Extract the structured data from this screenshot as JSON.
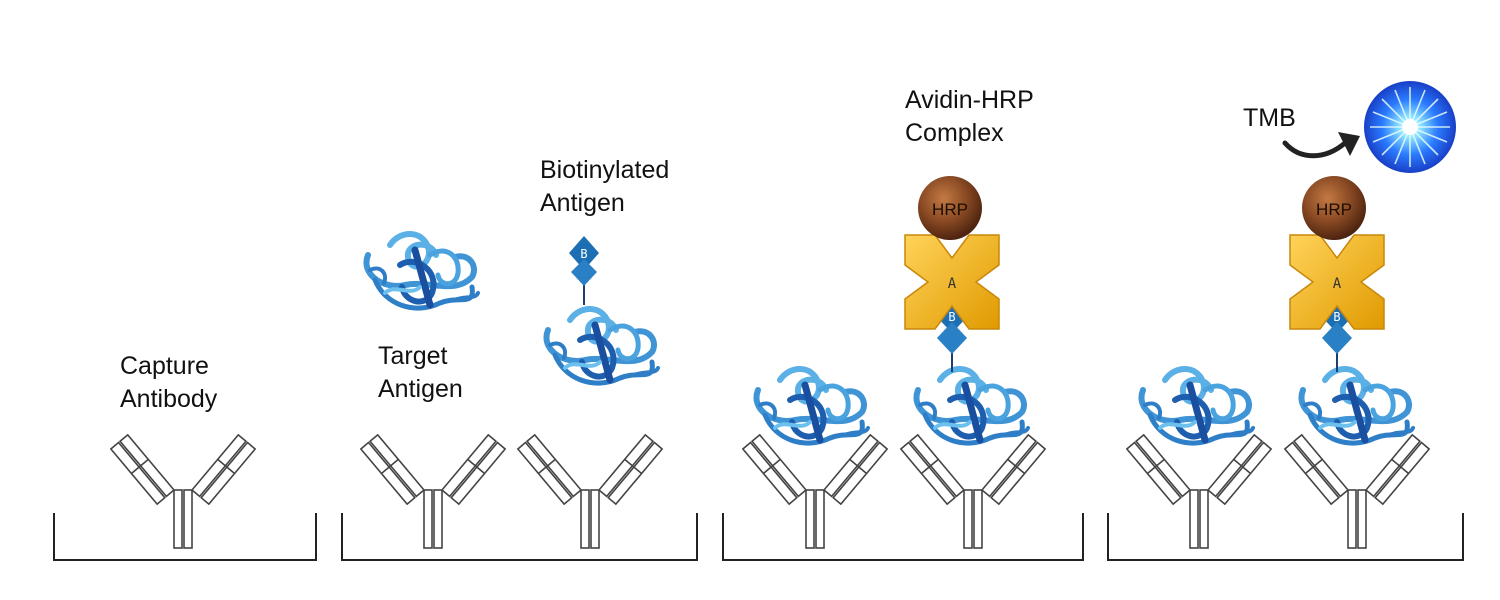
{
  "labels": {
    "capture": [
      "Capture",
      "Antibody"
    ],
    "target": [
      "Target",
      "Antigen"
    ],
    "biotinylated": [
      "Biotinylated",
      "Antigen"
    ],
    "avidin": [
      "Avidin-HRP",
      "Complex"
    ],
    "tmb": "TMB"
  },
  "glyphs": {
    "biotin": "B",
    "avidin": "A",
    "hrp": "HRP"
  },
  "colors": {
    "protein_light": "#4fa3de",
    "protein_dark": "#1a5fae",
    "biotin": "#1c6fb3",
    "avidin": "#f2b21a",
    "hrp": "#8a4a23",
    "tmb_glow": "#2a7bff"
  }
}
